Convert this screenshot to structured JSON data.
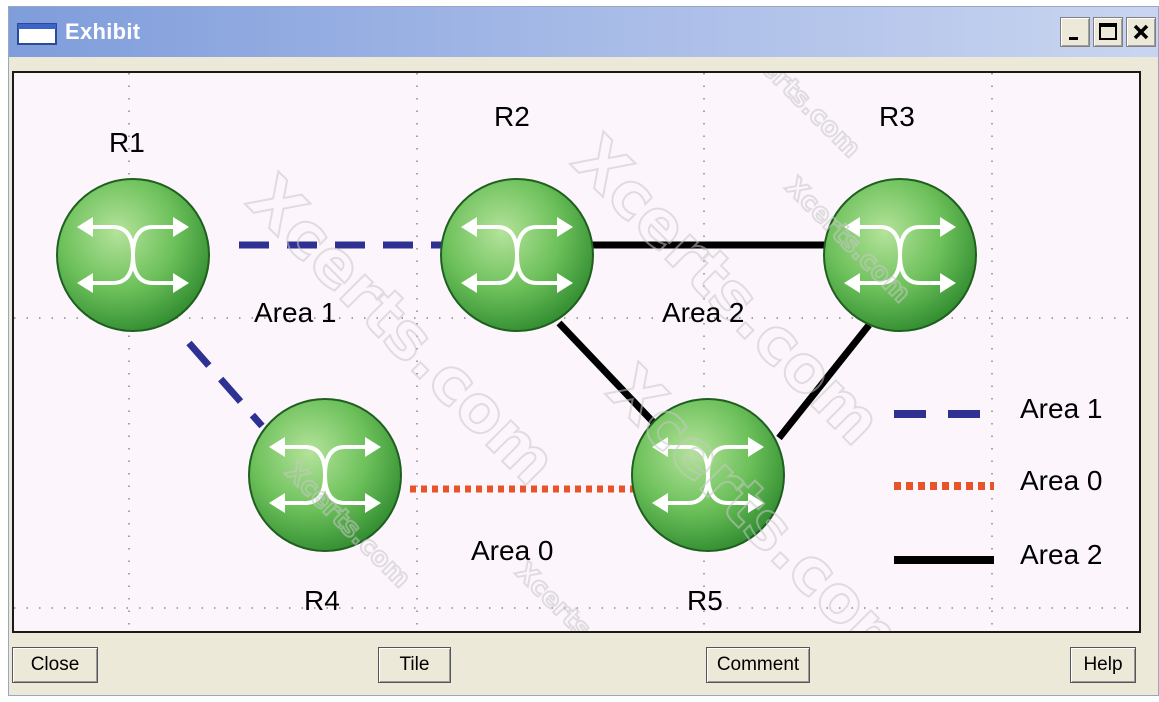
{
  "window": {
    "title": "Exhibit"
  },
  "routers": [
    {
      "id": "r1",
      "label": "R1"
    },
    {
      "id": "r2",
      "label": "R2"
    },
    {
      "id": "r3",
      "label": "R3"
    },
    {
      "id": "r4",
      "label": "R4"
    },
    {
      "id": "r5",
      "label": "R5"
    }
  ],
  "links": [
    {
      "from": "R1",
      "to": "R2",
      "area": "Area 1"
    },
    {
      "from": "R1",
      "to": "R4",
      "area": "Area 1"
    },
    {
      "from": "R4",
      "to": "R5",
      "area": "Area 0"
    },
    {
      "from": "R2",
      "to": "R3",
      "area": "Area 2"
    },
    {
      "from": "R2",
      "to": "R5",
      "area": "Area 2"
    },
    {
      "from": "R3",
      "to": "R5",
      "area": "Area 2"
    }
  ],
  "area_labels": {
    "area1": "Area 1",
    "area2": "Area 2",
    "area0": "Area 0"
  },
  "legend": [
    {
      "label": "Area 1",
      "style": "dashed",
      "color": "#2e3192"
    },
    {
      "label": "Area 0",
      "style": "dotted",
      "color": "#e8542a"
    },
    {
      "label": "Area 2",
      "style": "solid",
      "color": "#000000"
    }
  ],
  "watermark": "Xcerts.com",
  "buttons": {
    "close": "Close",
    "tile": "Tile",
    "comment": "Comment",
    "help": "Help"
  },
  "colors": {
    "router_fill": "#5cb85c",
    "area1": "#2e3192",
    "area0": "#e8542a",
    "area2": "#000000"
  }
}
